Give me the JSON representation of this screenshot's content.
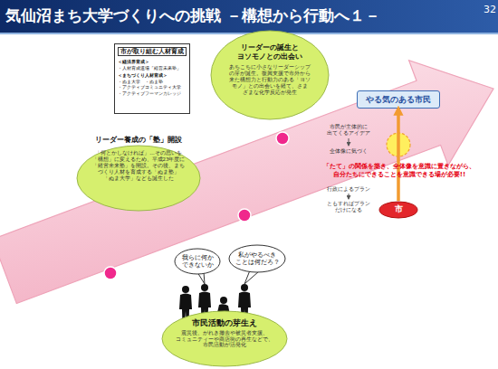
{
  "diagram": {
    "title": "気仙沼まち大学づくりへの挑戦 －構想から行動へ１－",
    "nodes": [
      {
        "text": [
          "市が取り組む人材育成",
          "＜経済界育成＞",
          "・人材育成道場「経営未来塾」",
          "＜まちづくり人材育成＞",
          "・ぬま大学　・ぬま塾",
          "・アクティブコミュニティ大学",
          "・アクティブフーマンカレッジ"
        ]
      },
      {
        "text": [
          "リーダー養成の「塾」開設",
          "「何とかしなければ」…その思いを 「構想」に変えるため、平成23年度に 「経営未来塾」を開設。その後、まち づくり人材を育成する「ぬま塾」 「ぬま大学」なども誕生した"
        ]
      },
      {
        "text": [
          "リーダーの誕生と ヨソモノとの出会い",
          "あちこちに小さなリーダーシップ の芽が誕生。復興支援で市外から 来た構想力と行動力のある「ヨソ モノ」との出会いを経て、さま ざまな化学反応が発生"
        ]
      },
      {
        "text": [
          "やる気のある市民"
        ]
      },
      {
        "text": [
          "市"
        ]
      },
      {
        "text": [
          "我らに何か できないか"
        ]
      },
      {
        "text": [
          "私がやるべき ことは何だろ？"
        ]
      },
      {
        "text": [
          "市民活動の芽生え",
          "震災後、がれき撤去や被災者支援、 コミュニティーや商店街の再生などで、 市民活動が活発化"
        ]
      }
    ],
    "edges": [
      {
        "from": 4,
        "to": 3,
        "arrow": "to"
      }
    ],
    "labels": [
      "32",
      "市民が主体的に 出てくるアイデア",
      "全体像に気づく",
      "「たて」の関係を築き、全体像を意識に置きながら、 自分たちにできることを意識できる場が必要!!",
      "行政によるプラン",
      "ともすればプラン だけになる"
    ]
  }
}
